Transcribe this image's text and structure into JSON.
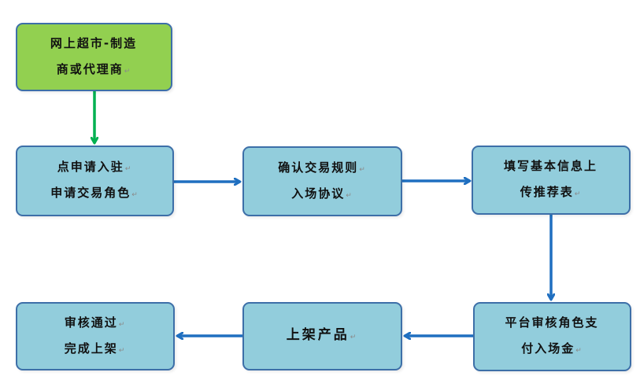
{
  "colors": {
    "start_fill": "#92d050",
    "node_fill": "#92cddc",
    "border": "#3d6fa8",
    "arrow_blue": "#1f6fc0",
    "arrow_green": "#00b050"
  },
  "nodes": [
    {
      "id": "n0",
      "lines": [
        "网上超市-制造",
        "商或代理商"
      ]
    },
    {
      "id": "n1",
      "lines": [
        "点申请入驻",
        "申请交易角色"
      ]
    },
    {
      "id": "n2",
      "lines": [
        "确认交易规则",
        "入场协议"
      ]
    },
    {
      "id": "n3",
      "lines": [
        "填写基本信息上",
        "传推荐表"
      ]
    },
    {
      "id": "n4",
      "lines": [
        "平台审核角色支",
        "付入场金"
      ]
    },
    {
      "id": "n5",
      "lines": [
        "上架产品"
      ]
    },
    {
      "id": "n6",
      "lines": [
        "审核通过",
        "完成上架"
      ]
    }
  ]
}
